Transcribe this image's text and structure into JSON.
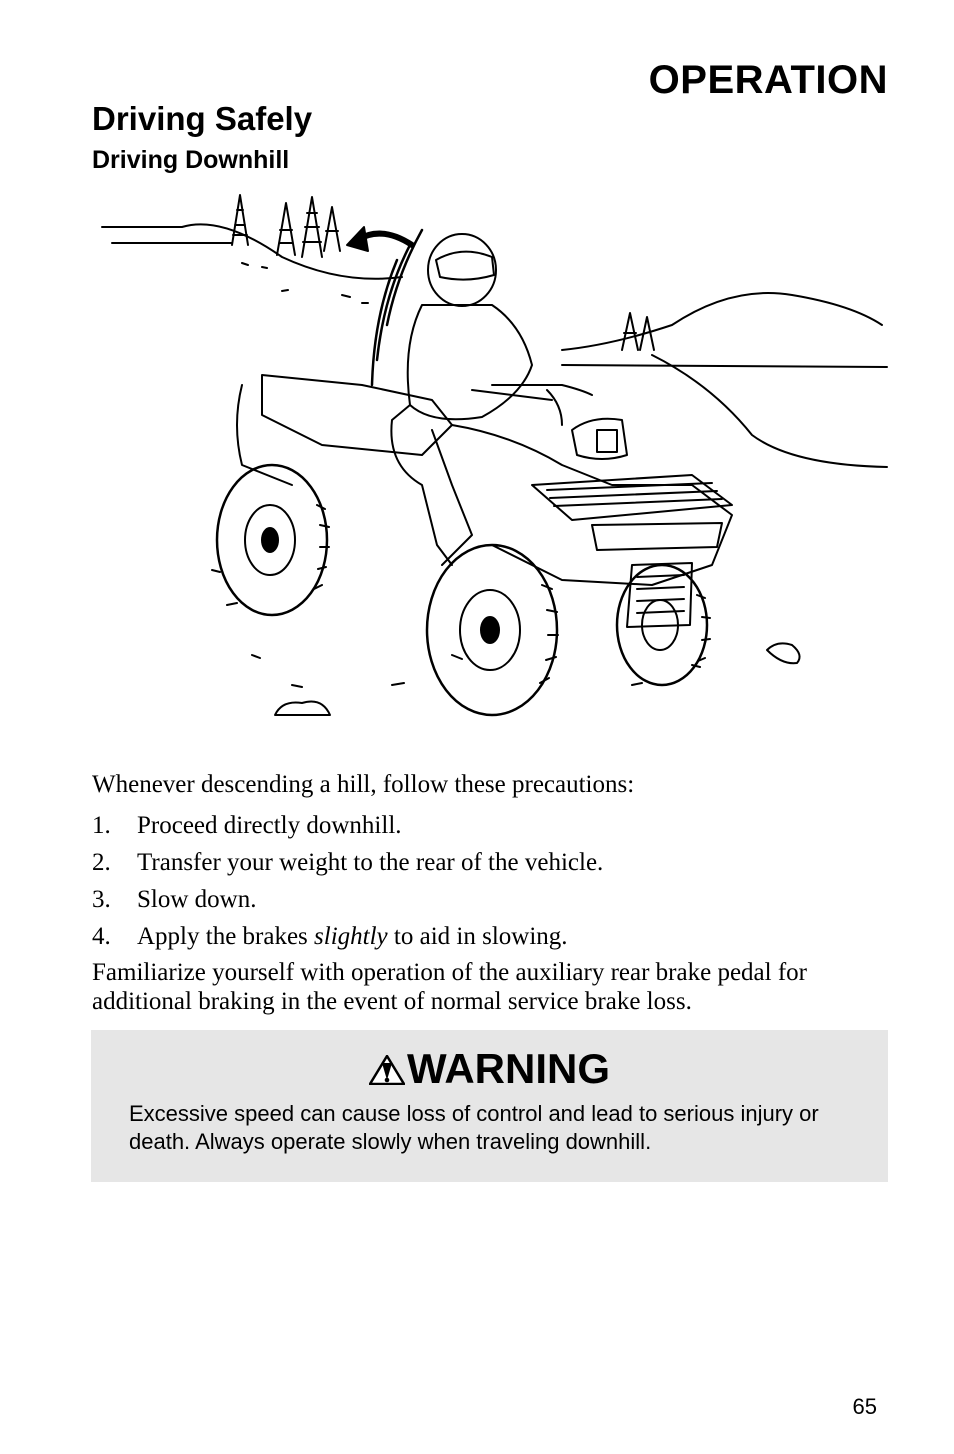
{
  "header": {
    "section": "OPERATION",
    "title": "Driving Safely",
    "subtitle": "Driving Downhill"
  },
  "illustration": {
    "description_icon": "atv-rider-downhill-illustration"
  },
  "body": {
    "intro": "Whenever descending a hill, follow these precautions:",
    "steps": [
      {
        "num": "1.",
        "text": "Proceed directly downhill."
      },
      {
        "num": "2.",
        "text": "Transfer your weight to the rear of the vehicle."
      },
      {
        "num": "3.",
        "text": "Slow down."
      },
      {
        "num": "4.",
        "text_before": "Apply the brakes ",
        "emphasis": "slightly",
        "text_after": " to aid in slowing."
      }
    ],
    "closing": "Familiarize yourself with operation of the auxiliary rear brake pedal for additional braking in the event of normal service brake loss."
  },
  "warning": {
    "icon": "warning-triangle-icon",
    "heading": "WARNING",
    "text": "Excessive speed can cause loss of control and lead to serious injury or death.  Always operate slowly when traveling downhill."
  },
  "footer": {
    "page_number": "65"
  }
}
